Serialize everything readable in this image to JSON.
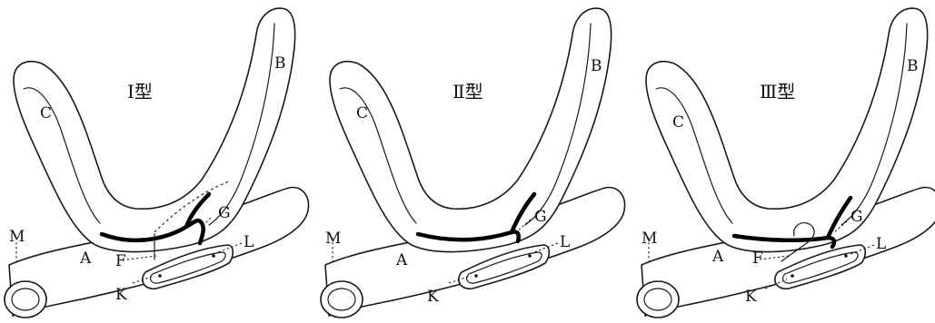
{
  "panels": [
    {
      "title": "Ⅰ型",
      "labels": {
        "A": "A",
        "B": "B",
        "C": "C",
        "F": "F",
        "G": "G",
        "K": "K",
        "L": "L",
        "M": "M"
      }
    },
    {
      "title": "Ⅱ型",
      "labels": {
        "A": "A",
        "B": "B",
        "C": "C",
        "G": "G",
        "K": "K",
        "L": "L",
        "M": "M"
      }
    },
    {
      "title": "Ⅲ型",
      "labels": {
        "A": "A",
        "B": "B",
        "C": "C",
        "F": "F",
        "G": "G",
        "K": "K",
        "L": "L",
        "M": "M"
      }
    }
  ]
}
